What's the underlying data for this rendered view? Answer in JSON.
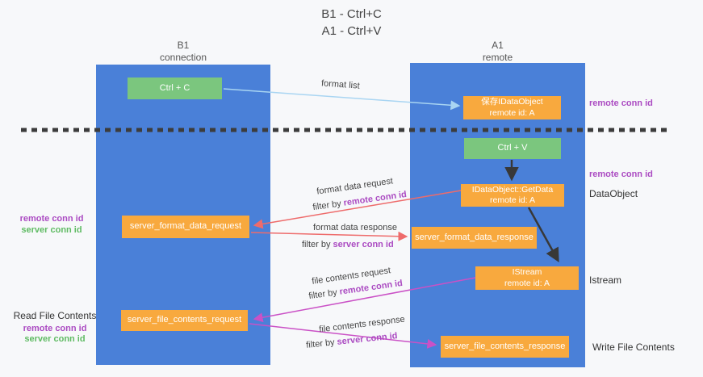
{
  "title": {
    "line1": "B1 - Ctrl+C",
    "line2": "A1 - Ctrl+V"
  },
  "lanes": {
    "left": {
      "name": "B1",
      "role": "connection"
    },
    "right": {
      "name": "A1",
      "role": "remote"
    }
  },
  "boxes": {
    "ctrl_c": {
      "label": "Ctrl + C"
    },
    "ctrl_v": {
      "label": "Ctrl + V"
    },
    "save_dataobject": {
      "line1": "保存IDataObject",
      "line2": "remote id: A"
    },
    "getdata": {
      "line1": "IDataObject::GetData",
      "line2": "remote id: A"
    },
    "istream": {
      "line1": "IStream",
      "line2": "remote id: A"
    },
    "server_format_data_request": {
      "label": "server_format_data_request"
    },
    "server_format_data_response": {
      "label": "server_format_data_response"
    },
    "server_file_contents_request": {
      "label": "server_file_contents_request"
    },
    "server_file_contents_response": {
      "label": "server_file_contents_response"
    }
  },
  "labels": {
    "remote_conn_id": "remote conn id",
    "server_conn_id": "server conn id",
    "dataobject": "DataObject",
    "istream": "Istream",
    "read_file_contents": "Read File Contents",
    "write_file_contents": "Write File Contents"
  },
  "arrows": {
    "format_list": "format list",
    "format_data_request": "format data request",
    "format_data_response": "format data response",
    "file_contents_request": "file contents request",
    "file_contents_response": "file contents response",
    "filter_by": "filter by "
  },
  "colors": {
    "lane_blue": "#4A80D8",
    "box_green": "#7BC67E",
    "box_orange": "#F8A93E",
    "accent_purple": "#AB4BC2",
    "accent_green": "#5FBB63",
    "arrow_salmon": "#EE6B6B",
    "arrow_magenta": "#CA51C6",
    "arrow_lightblue": "#A9D5F2",
    "arrow_black": "#383838",
    "dashed_line": "#3C3C3C"
  }
}
